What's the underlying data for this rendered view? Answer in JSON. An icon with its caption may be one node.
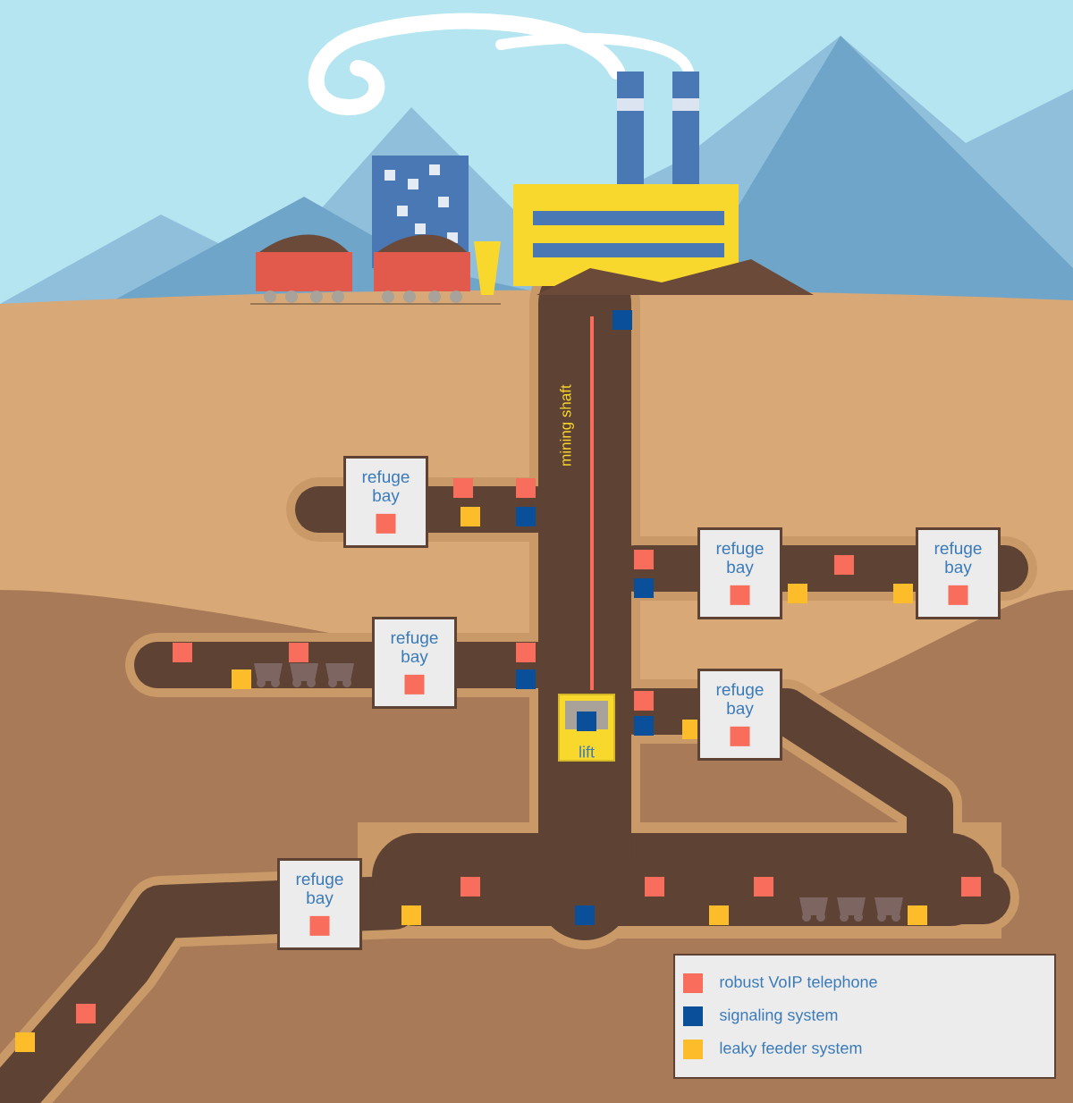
{
  "diagram": {
    "nodes": [
      {
        "text": [
          "refuge bay"
        ]
      },
      {
        "text": [
          "refuge bay"
        ]
      },
      {
        "text": [
          "refuge bay"
        ]
      },
      {
        "text": [
          "refuge bay"
        ]
      },
      {
        "text": [
          "refuge bay"
        ]
      },
      {
        "text": [
          "refuge bay"
        ]
      },
      {
        "text": [
          "lift"
        ]
      }
    ],
    "labels": [
      "mining shaft"
    ],
    "legend": [
      {
        "text": "robust VoIP telephone",
        "color": "#f86d5b"
      },
      {
        "text": "signaling system",
        "color": "#0a4f9a"
      },
      {
        "text": "leaky feeder system",
        "color": "#fdbc2a"
      }
    ]
  }
}
